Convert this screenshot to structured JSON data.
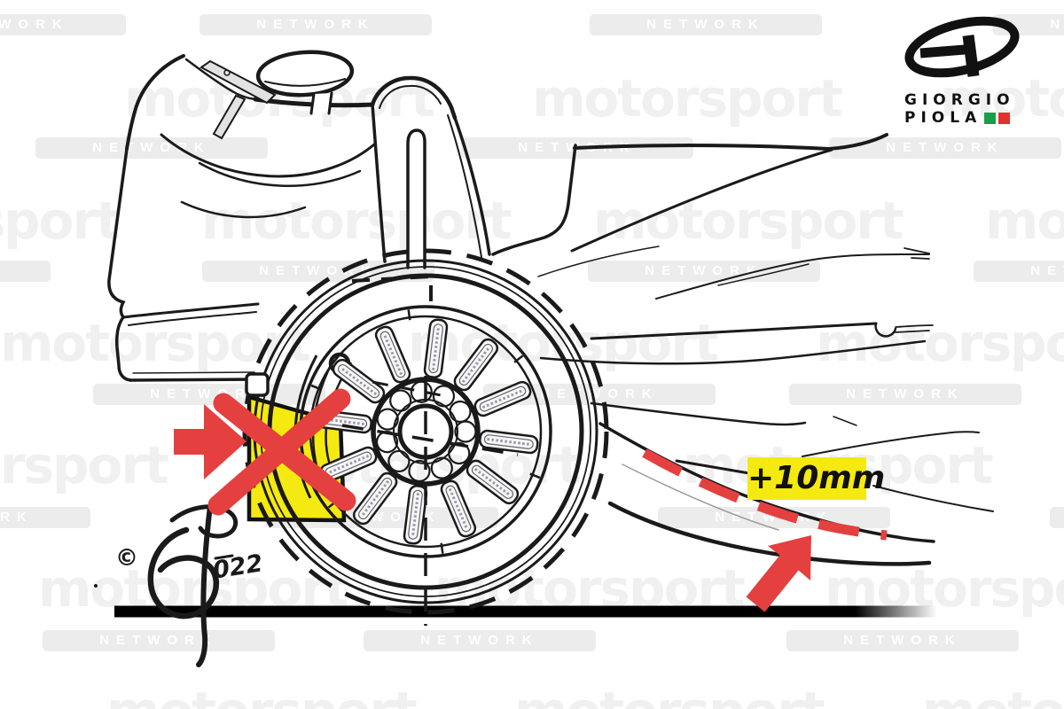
{
  "watermark": {
    "brand": "motorsport",
    "network": "NETWORK"
  },
  "logo": {
    "name_line1": "GIORGIO",
    "name_line2": "PIOLA",
    "flag_green": "#1b9d49",
    "flag_red": "#e0312e"
  },
  "annotations": {
    "measurement_label": "+10mm",
    "highlight_yellow": "#f5e912",
    "annotation_red": "#e4403f",
    "ink_black": "#1a1a1a"
  },
  "signature": {
    "copyright_symbol": "©",
    "year_fragment": "022"
  }
}
